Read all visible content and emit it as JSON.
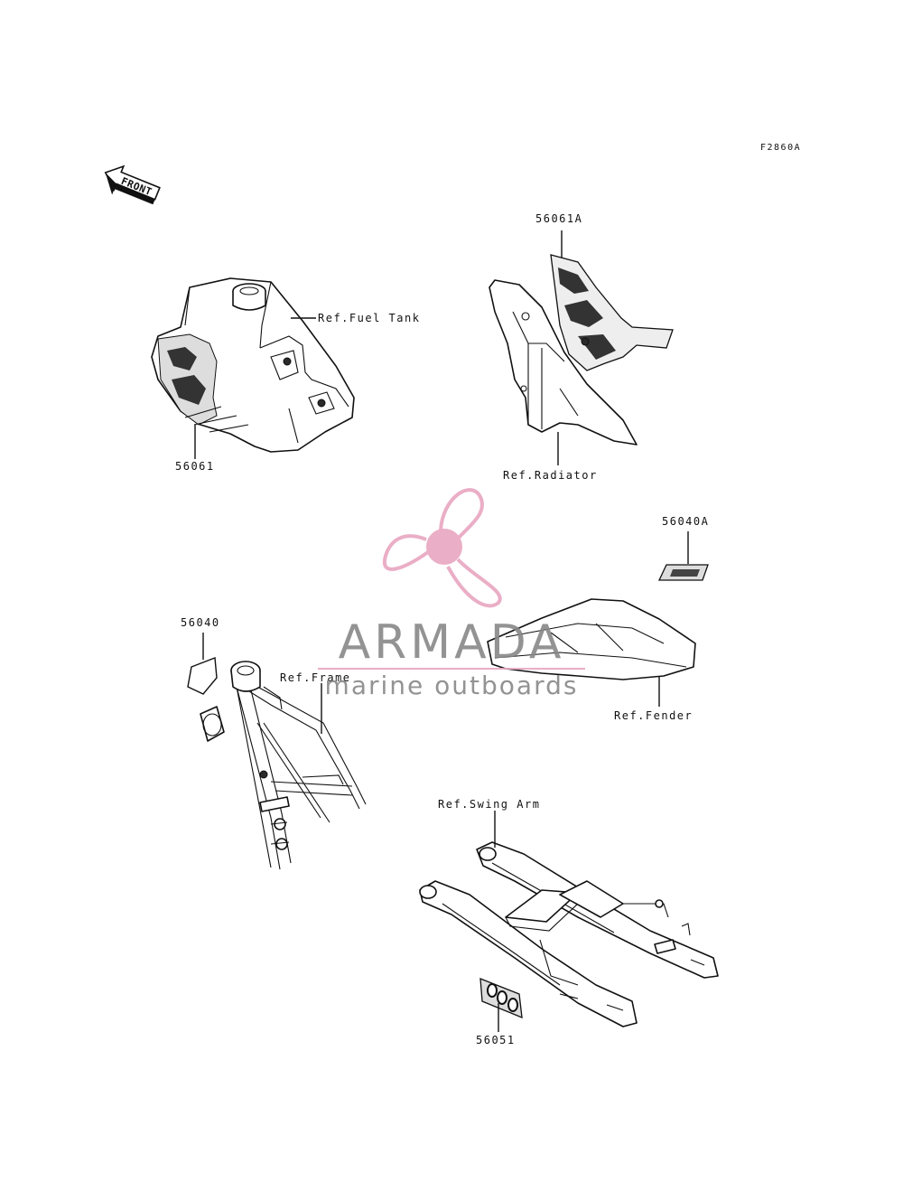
{
  "figure_code": "F2860A",
  "front_label": "FRONT",
  "parts": {
    "decal_tank": "56061",
    "decal_radiator": "56061A",
    "decal_fender": "56040A",
    "decal_frame": "56040",
    "decal_swingarm": "56051"
  },
  "references": {
    "fuel_tank": "Ref.Fuel Tank",
    "radiator": "Ref.Radiator",
    "frame": "Ref.Frame",
    "fender": "Ref.Fender",
    "swing_arm": "Ref.Swing Arm"
  },
  "watermark": {
    "name": "ARMADA",
    "tagline": "marine outboards",
    "color_logo": "#e8a6c0",
    "color_text": "#888888"
  }
}
